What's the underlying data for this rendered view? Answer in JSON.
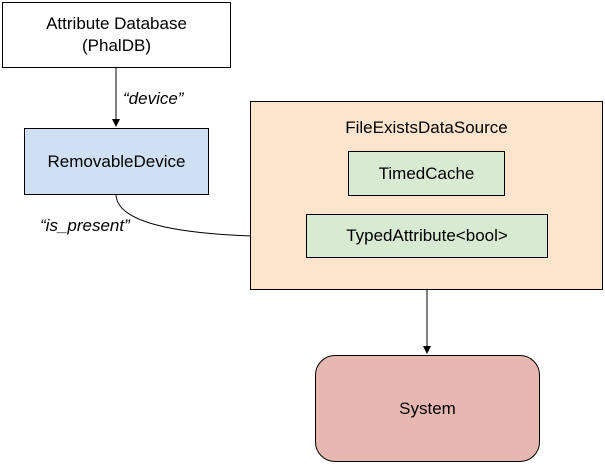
{
  "nodes": {
    "attribute_database": {
      "line1": "Attribute Database",
      "line2": "(PhalDB)",
      "color": "#ffffff"
    },
    "removable_device": {
      "label": "RemovableDevice",
      "color": "#d0e0f4"
    },
    "file_exists_data_source": {
      "label": "FileExistsDataSource",
      "color": "#fde5cd"
    },
    "timed_cache": {
      "label": "TimedCache",
      "color": "#d9ead3"
    },
    "typed_attribute": {
      "label": "TypedAttribute<bool>",
      "color": "#d9ead3"
    },
    "system": {
      "label": "System",
      "color": "#e6b8b1"
    }
  },
  "edges": {
    "device": {
      "label": "“device”"
    },
    "is_present": {
      "label": "“is_present”"
    }
  }
}
